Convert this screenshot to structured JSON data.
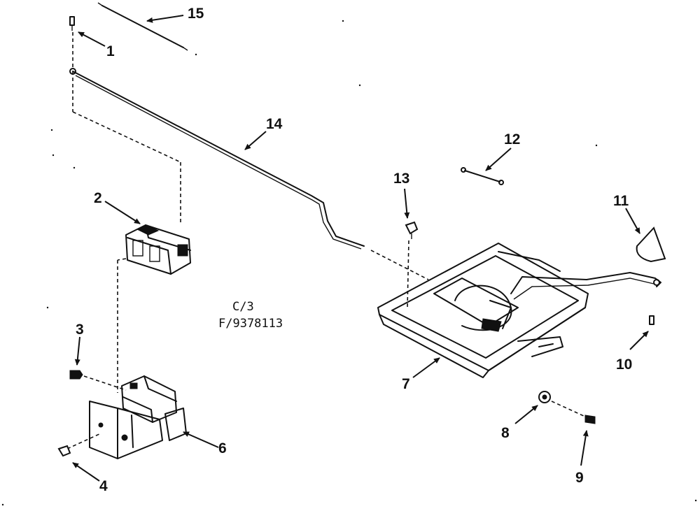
{
  "diagram": {
    "code_line_1": "C/3",
    "code_line_2": "F/9378113",
    "callouts": {
      "c1": "1",
      "c2": "2",
      "c3": "3",
      "c4": "4",
      "c6": "6",
      "c7": "7",
      "c8": "8",
      "c9": "9",
      "c10": "10",
      "c11": "11",
      "c12": "12",
      "c13": "13",
      "c14": "14",
      "c15": "15"
    }
  }
}
